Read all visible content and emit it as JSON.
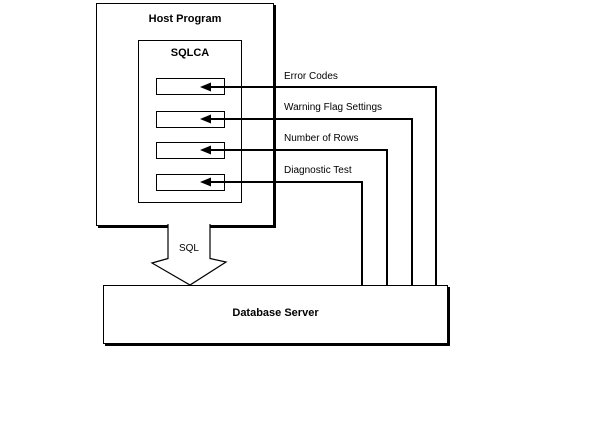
{
  "host_program": {
    "title": "Host Program"
  },
  "sqlca": {
    "title": "SQLCA",
    "fields": [
      {
        "label": "Error Codes"
      },
      {
        "label": "Warning Flag Settings"
      },
      {
        "label": "Number of Rows"
      },
      {
        "label": "Diagnostic Test"
      }
    ]
  },
  "sql_arrow": {
    "label": "SQL"
  },
  "database_server": {
    "title": "Database Server"
  },
  "colors": {
    "line": "#000000",
    "background": "#ffffff"
  }
}
